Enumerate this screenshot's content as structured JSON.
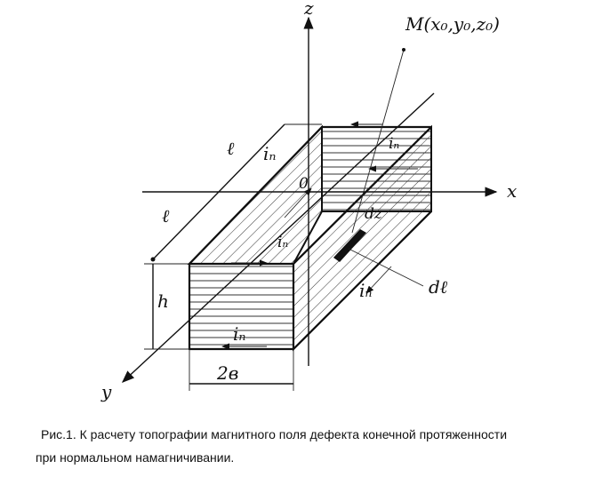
{
  "figure": {
    "axis_z": "z",
    "axis_x": "x",
    "axis_y": "y",
    "origin": "0",
    "point_label": "M(x₀,y₀,z₀)",
    "length_top": "ℓ",
    "length_bottom": "ℓ",
    "height": "h",
    "width": "2в",
    "current_top": "iₙ",
    "current_back": "iₙ",
    "current_mid": "iₙ",
    "current_right": "iₙ",
    "current_front": "iₙ",
    "element_dz": "dz",
    "element_dl": "dℓ"
  },
  "caption": {
    "line1": "Рис.1. К расчету топографии магнитного поля дефекта конечной протяженности",
    "line2": "при нормальном намагничивании."
  }
}
